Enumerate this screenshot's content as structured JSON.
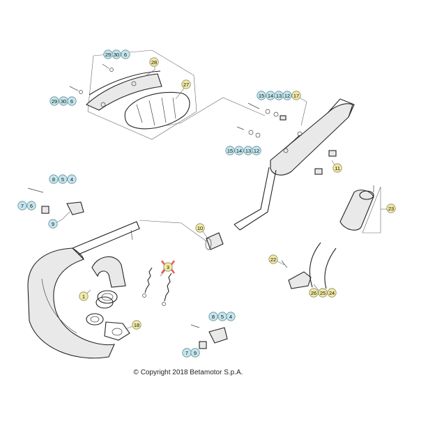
{
  "copyright": "© Copyright 2018 Betamotor S.p.A.",
  "callouts": [
    {
      "label": "29"
    },
    {
      "label": "30"
    },
    {
      "label": "6"
    },
    {
      "label": "28"
    },
    {
      "label": "29"
    },
    {
      "label": "30"
    },
    {
      "label": "6"
    },
    {
      "label": "27"
    },
    {
      "label": "15"
    },
    {
      "label": "14"
    },
    {
      "label": "13"
    },
    {
      "label": "12"
    },
    {
      "label": "17"
    },
    {
      "label": "15"
    },
    {
      "label": "14"
    },
    {
      "label": "13"
    },
    {
      "label": "12"
    },
    {
      "label": "11"
    },
    {
      "label": "8"
    },
    {
      "label": "5"
    },
    {
      "label": "4"
    },
    {
      "label": "7"
    },
    {
      "label": "6"
    },
    {
      "label": "9"
    },
    {
      "label": "23"
    },
    {
      "label": "10"
    },
    {
      "label": "22"
    },
    {
      "label": "3"
    },
    {
      "label": "1"
    },
    {
      "label": "18"
    },
    {
      "label": "26"
    },
    {
      "label": "25"
    },
    {
      "label": "24"
    },
    {
      "label": "8"
    },
    {
      "label": "5"
    },
    {
      "label": "4"
    },
    {
      "label": "7"
    },
    {
      "label": "9"
    }
  ],
  "colors": {
    "callout_yellow": "#f2eaa8",
    "callout_blue": "#c5e6ee",
    "callout_highlight": "#e85a5a"
  }
}
